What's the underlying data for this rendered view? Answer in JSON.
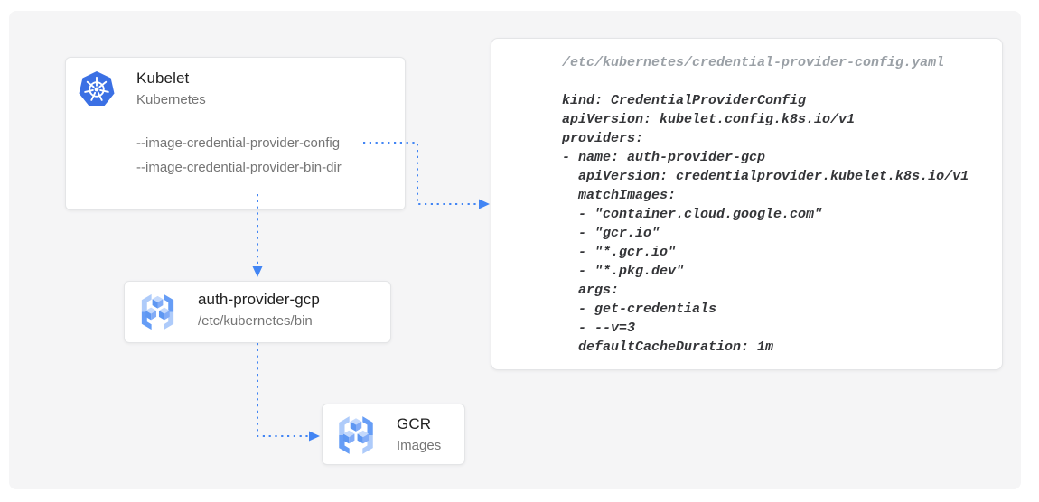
{
  "nodes": {
    "kubelet": {
      "title": "Kubelet",
      "subtitle": "Kubernetes",
      "icon": "kubernetes-icon",
      "flags": [
        "--image-credential-provider-config",
        "--image-credential-provider-bin-dir"
      ]
    },
    "auth_provider": {
      "title": "auth-provider-gcp",
      "subtitle": "/etc/kubernetes/bin",
      "icon": "gcr-icon"
    },
    "gcr": {
      "title": "GCR",
      "subtitle": "Images",
      "icon": "gcr-icon"
    }
  },
  "code_panel": {
    "filename": "/etc/kubernetes/credential-provider-config.yaml",
    "yaml": "kind: CredentialProviderConfig\napiVersion: kubelet.config.k8s.io/v1\nproviders:\n- name: auth-provider-gcp\n  apiVersion: credentialprovider.kubelet.k8s.io/v1\n  matchImages:\n  - \"container.cloud.google.com\"\n  - \"gcr.io\"\n  - \"*.gcr.io\"\n  - \"*.pkg.dev\"\n  args:\n  - get-credentials\n  - --v=3\n  defaultCacheDuration: 1m"
  },
  "connections": [
    {
      "from": "--image-credential-provider-config flag",
      "to": "credential-provider-config.yaml panel",
      "style": "dotted-arrow"
    },
    {
      "from": "Kubelet",
      "to": "auth-provider-gcp",
      "style": "dotted-arrow"
    },
    {
      "from": "auth-provider-gcp",
      "to": "GCR Images",
      "style": "dotted-arrow"
    }
  ],
  "colors": {
    "arrow_blue": "#4285f4",
    "kubernetes_blue": "#3b70e4",
    "icon_blue_light": "#aecbfa",
    "icon_blue_medium": "#669df6",
    "panel_background": "#f5f5f6",
    "card_background": "#ffffff",
    "title_text": "#212121",
    "secondary_text": "#757575",
    "code_text": "#343538",
    "filename_text": "#9aa0a6"
  }
}
